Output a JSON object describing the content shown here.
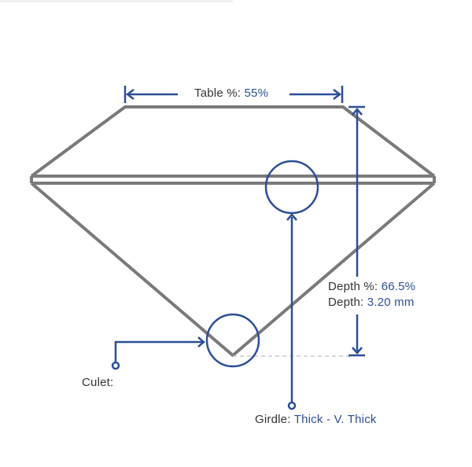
{
  "colors": {
    "outline": "#7a7a7a",
    "accent": "#2c4f96",
    "label_text": "#333333",
    "dash_line": "#cccccc"
  },
  "table": {
    "label": "Table %:",
    "value": "55%"
  },
  "depth_percent": {
    "label": "Depth %:",
    "value": "66.5%"
  },
  "depth": {
    "label": "Depth:",
    "value": "3.20 mm"
  },
  "culet": {
    "label": "Culet:"
  },
  "girdle": {
    "label": "Girdle:",
    "value": "Thick - V. Thick"
  }
}
